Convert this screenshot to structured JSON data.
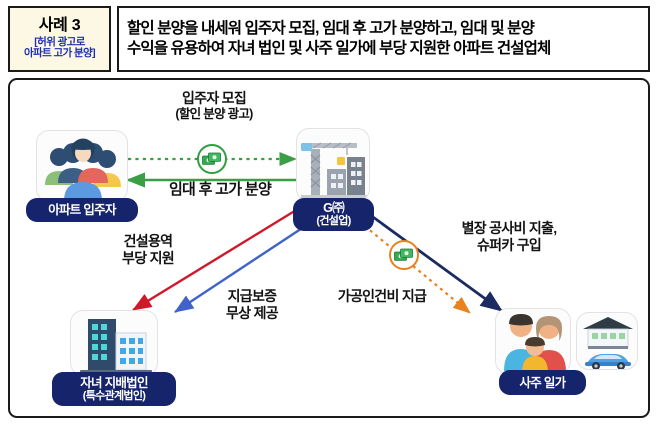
{
  "header": {
    "case_label": "사례 3",
    "case_sub_line1": "[허위 광고로",
    "case_sub_line2": "아파트 고가 분양]",
    "title_line1": "할인 분양을 내세워 입주자 모집, 임대 후 고가 분양하고, 임대 및 분양",
    "title_line2": "수익을 유용하여 자녀 법인 및 사주 일가에 부당 지원한 아파트 건설업체"
  },
  "colors": {
    "case_box_bg": "#fdf8e4",
    "case_sub_text": "#1d2fb0",
    "badge_navy": "#15246b",
    "arrow_green": "#3a9e46",
    "arrow_red": "#d1172a",
    "arrow_blue": "#3f63c9",
    "arrow_navy": "#1b2a63",
    "arrow_orange": "#e8821e",
    "border_black": "#1a1a1a"
  },
  "nodes": {
    "residents": {
      "label_line1": "아파트 입주자",
      "icon": "people-group-icon"
    },
    "company": {
      "label_line1": "G㈜",
      "label_line2": "(건설업)",
      "icon": "construction-crane-icon"
    },
    "child_corp": {
      "label_line1": "자녀 지배법인",
      "label_line2": "(특수관계법인)",
      "icon": "office-building-icon"
    },
    "owner_family": {
      "label_line1": "사주 일가",
      "icon": "family-icon",
      "asset_icon": "villa-supercar-icon"
    }
  },
  "edges": {
    "recruit": {
      "line1": "입주자 모집",
      "line2": "(할인 분양 광고)",
      "style": "dotted",
      "color": "#3a9e46",
      "money_icon": "money-bills-icon"
    },
    "lease_resale": {
      "line1": "임대 후 고가 분양",
      "style": "solid",
      "color": "#3a9e46"
    },
    "construction_support": {
      "line1": "건설용역",
      "line2": "부당 지원",
      "style": "solid",
      "color": "#d1172a"
    },
    "payment_guarantee": {
      "line1": "지급보증",
      "line2": "무상 제공",
      "style": "solid",
      "color": "#3f63c9"
    },
    "fake_labor_cost": {
      "line1": "가공인건비 지급",
      "style": "dotted",
      "color": "#e8821e",
      "money_icon": "money-bills-icon"
    },
    "villa_supercar": {
      "line1": "별장 공사비 지출,",
      "line2": "슈퍼카 구입",
      "style": "solid",
      "color": "#1b2a63"
    }
  }
}
